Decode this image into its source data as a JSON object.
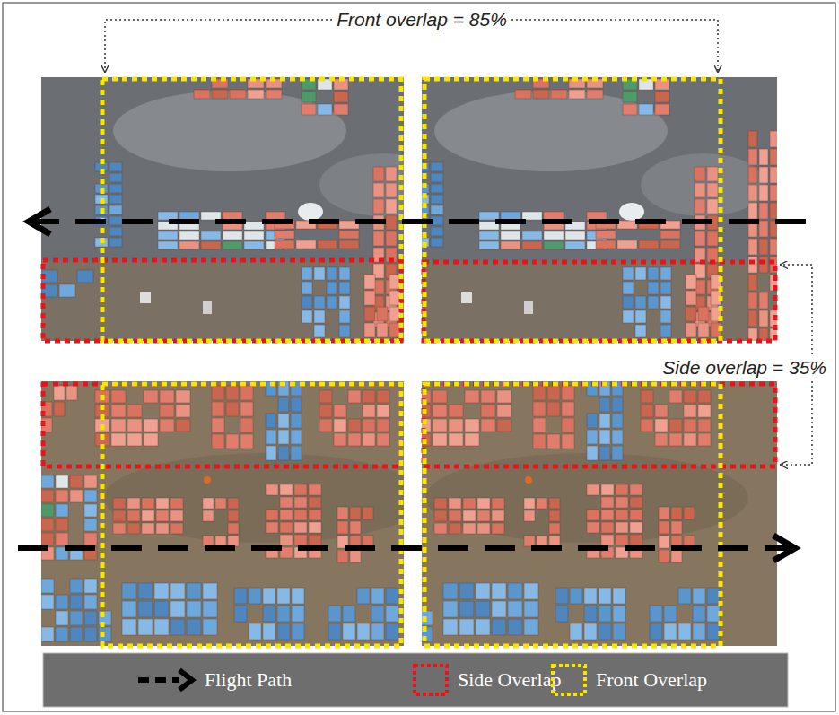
{
  "diagram": {
    "labels": [
      "Front overlap = 85%",
      "Side overlap = 35%"
    ],
    "legend": [
      {
        "text": "Flight Path"
      },
      {
        "text": "Side Overlap"
      },
      {
        "text": "Front Overlap"
      }
    ]
  }
}
